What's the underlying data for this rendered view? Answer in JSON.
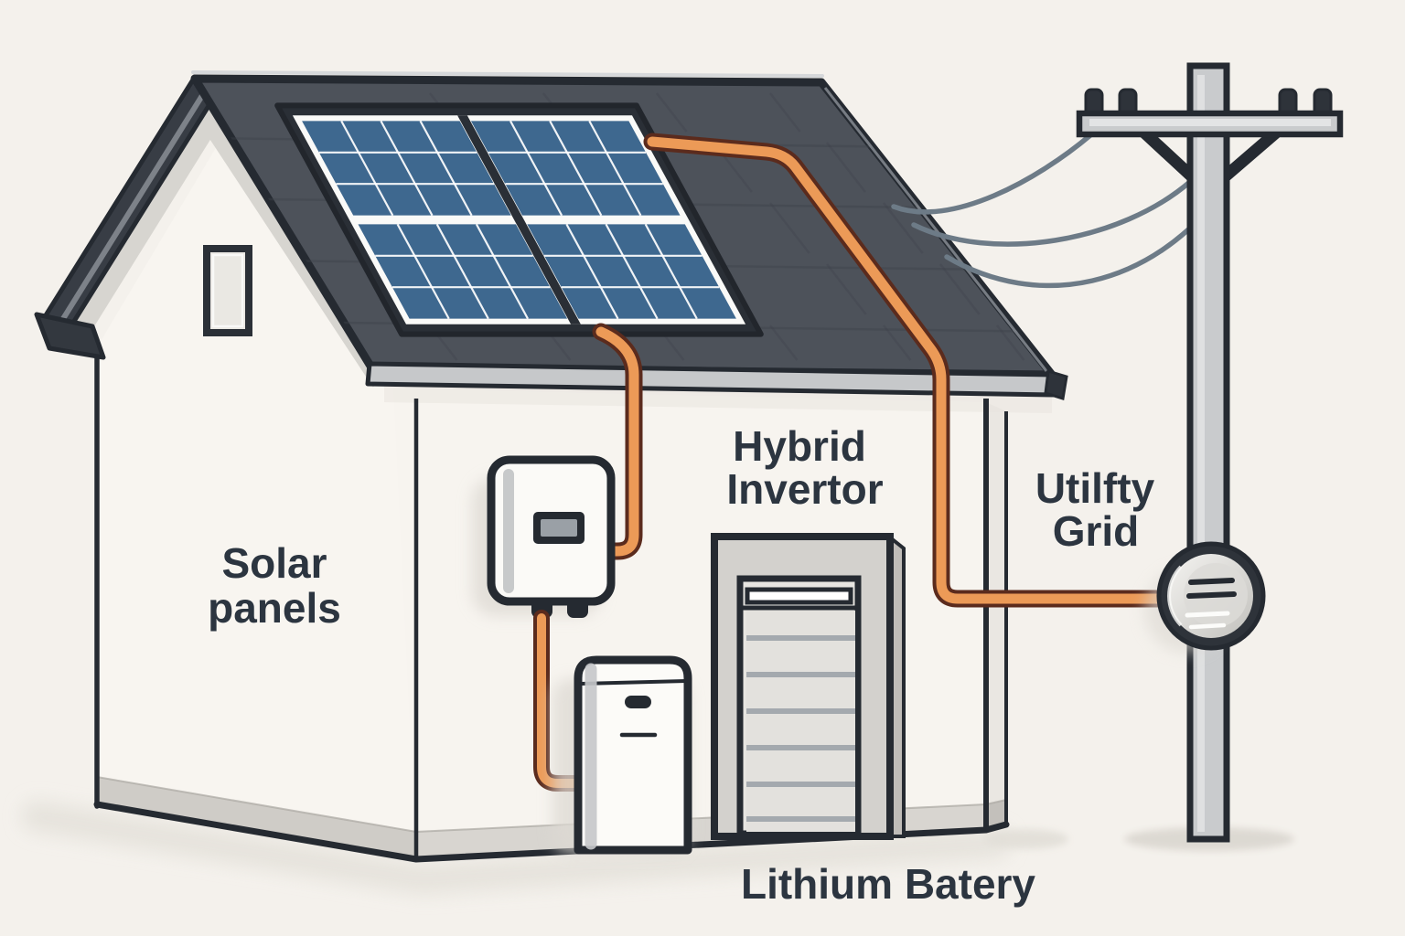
{
  "labels": {
    "solar_panels": {
      "line1": "Solar",
      "line2": "panels"
    },
    "hybrid_inverter": {
      "line1": "Hybrid",
      "line2": "Invertor"
    },
    "utility_grid": {
      "line1": "Utilfty",
      "line2": "Grid"
    },
    "lithium_battery": {
      "line1": "Lithium Batery"
    }
  },
  "colors": {
    "background": "#f4f1ec",
    "outline": "#252a31",
    "roof": "#4d525a",
    "roof_shingle_line": "#3d424b",
    "wall": "#f8f5f0",
    "front_wall": "#f7f4ef",
    "soffit_gray": "#d7d5d0",
    "panel_frame": "#2a2f36",
    "panel_blue": "#3e688f",
    "panel_border": "#fafaf8",
    "wire_orange": "#ec9a57",
    "wire_orange_edge": "#5b2b1d",
    "power_line_gray": "#6d7b87",
    "metal_gray": "#c9cbcd",
    "label_text": "#2c3540",
    "shadow": "#e0ddd6"
  },
  "components": [
    {
      "name": "solar-panel-array",
      "label_ref": "solar_panels",
      "panels": 4,
      "cells_per_panel": "4x3"
    },
    {
      "name": "hybrid-inverter-unit",
      "label_ref": "hybrid_inverter"
    },
    {
      "name": "lithium-battery-unit",
      "label_ref": "lithium_battery"
    },
    {
      "name": "utility-pole",
      "label_ref": "utility_grid"
    },
    {
      "name": "electric-meter"
    },
    {
      "name": "garage-door"
    },
    {
      "name": "power-lines",
      "count": 3
    },
    {
      "name": "gable-window"
    },
    {
      "name": "pv-wiring",
      "runs": [
        "array-to-inverter",
        "roof-to-meter",
        "inverter-to-battery"
      ]
    }
  ]
}
